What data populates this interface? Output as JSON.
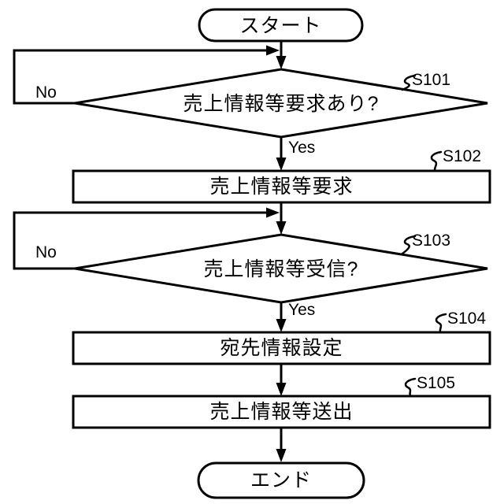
{
  "flowchart": {
    "start": {
      "label": "スタート"
    },
    "s101": {
      "step": "S101",
      "label": "売上情報等要求あり?",
      "no_label": "No",
      "yes_label": "Yes"
    },
    "s102": {
      "step": "S102",
      "label": "売上情報等要求"
    },
    "s103": {
      "step": "S103",
      "label": "売上情報等受信?",
      "no_label": "No",
      "yes_label": "Yes"
    },
    "s104": {
      "step": "S104",
      "label": "宛先情報設定"
    },
    "s105": {
      "step": "S105",
      "label": "売上情報等送出"
    },
    "end": {
      "label": "エンド"
    }
  },
  "colors": {
    "line": "#000000",
    "text": "#000000",
    "background": "#ffffff"
  }
}
